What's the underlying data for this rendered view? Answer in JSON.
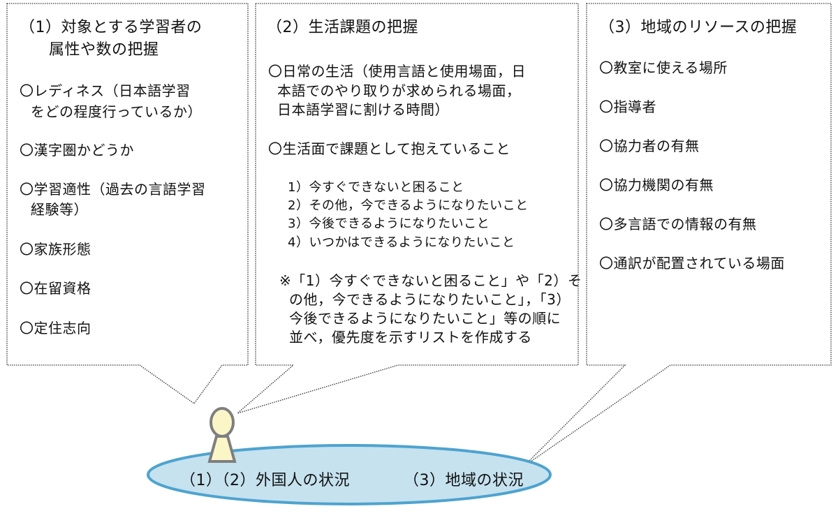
{
  "colors": {
    "ellipse_fill": "#c6e2ef",
    "ellipse_stroke": "#4ea3cf",
    "person_fill": "#fbf6c8",
    "person_stroke": "#7f7f7f",
    "border": "#333333"
  },
  "box1": {
    "title": [
      "（1）対象とする学習者の",
      "属性や数の把握"
    ],
    "items": [
      "〇レディネス（日本語学習",
      "をどの程度行っているか）",
      "〇漢字圏かどうか",
      "〇学習適性（過去の言語学習",
      "経験等）",
      "〇家族形態",
      "〇在留資格",
      "〇定住志向"
    ]
  },
  "box2": {
    "title": "（2）生活課題の把握",
    "items": [
      "〇日常の生活（使用言語と使用場面，日",
      "本語でのやり取りが求められる場面，",
      "日本語学習に割ける時間）",
      "〇生活面で課題として抱えていること"
    ],
    "sub": [
      "1）今すぐできないと困ること",
      "2）その他，今できるようになりたいこと",
      "3）今後できるようになりたいこと",
      "4）いつかはできるようになりたいこと"
    ],
    "note": [
      "※「1）今すぐできないと困ること」や「2）そ",
      "の他，今できるようになりたいこと」，「3）",
      "今後できるようになりたいこと」等の順に",
      "並べ，優先度を示すリストを作成する"
    ]
  },
  "box3": {
    "title": "（3）地域のリソースの把握",
    "items": [
      "〇教室に使える場所",
      "〇指導者",
      "〇協力者の有無",
      "〇協力機関の有無",
      "〇多言語での情報の有無",
      "〇通訳が配置されている場面"
    ]
  },
  "ellipse": {
    "left_label": "（1）（2）外国人の状況",
    "right_label": "（3）地域の状況"
  }
}
